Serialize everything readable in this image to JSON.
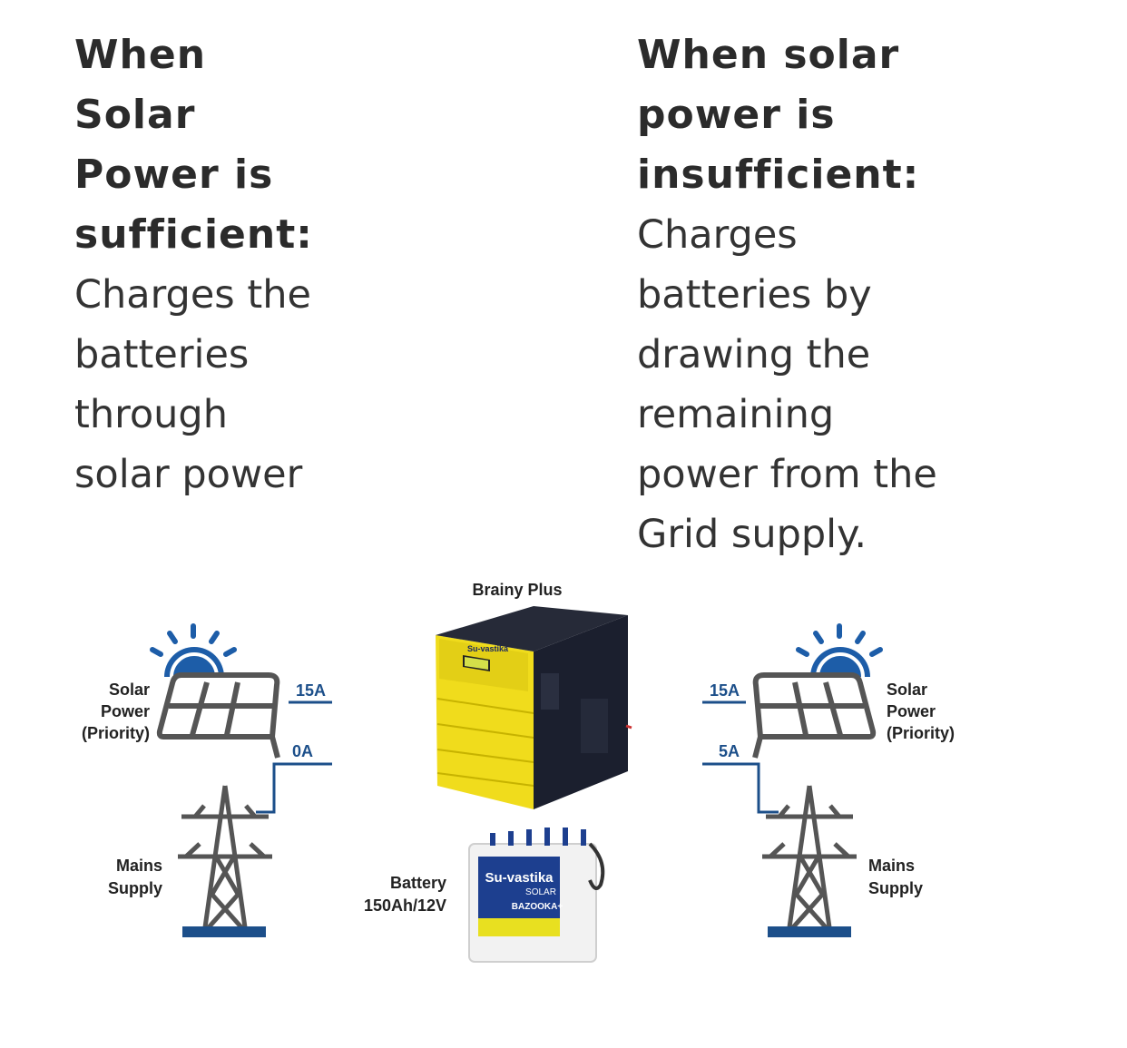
{
  "left_column": {
    "heading": "When\nSolar\nPower is\nsufficient:",
    "body": "Charges the\nbatteries\nthrough\nsolar power"
  },
  "right_column": {
    "heading": "When solar\npower is\ninsufficient:",
    "body": "Charges\nbatteries by\ndrawing the\nremaining\npower from the\nGrid supply."
  },
  "diagram": {
    "inverter_label": "Brainy Plus",
    "inverter_brand": "Su-vastika",
    "battery_label_line1": "Battery",
    "battery_label_line2": "150Ah/12V",
    "battery_brand": "Su-vastika",
    "battery_sub": "SOLAR",
    "battery_model": "BAZOOKA+",
    "left": {
      "solar_line1": "Solar",
      "solar_line2": "Power",
      "solar_line3": "(Priority)",
      "solar_current": "15A",
      "mains_current": "0A",
      "mains_line1": "Mains",
      "mains_line2": "Supply"
    },
    "right": {
      "solar_line1": "Solar",
      "solar_line2": "Power",
      "solar_line3": "(Priority)",
      "solar_current": "15A",
      "mains_current": "5A",
      "mains_line1": "Mains",
      "mains_line2": "Supply"
    }
  },
  "colors": {
    "text": "#2b2b2b",
    "line_blue": "#1c4f8a",
    "sun_blue": "#1d5da8",
    "icon_gray": "#555555",
    "inverter_yellow": "#f0dc1c",
    "inverter_dark": "#1b1f2e"
  }
}
